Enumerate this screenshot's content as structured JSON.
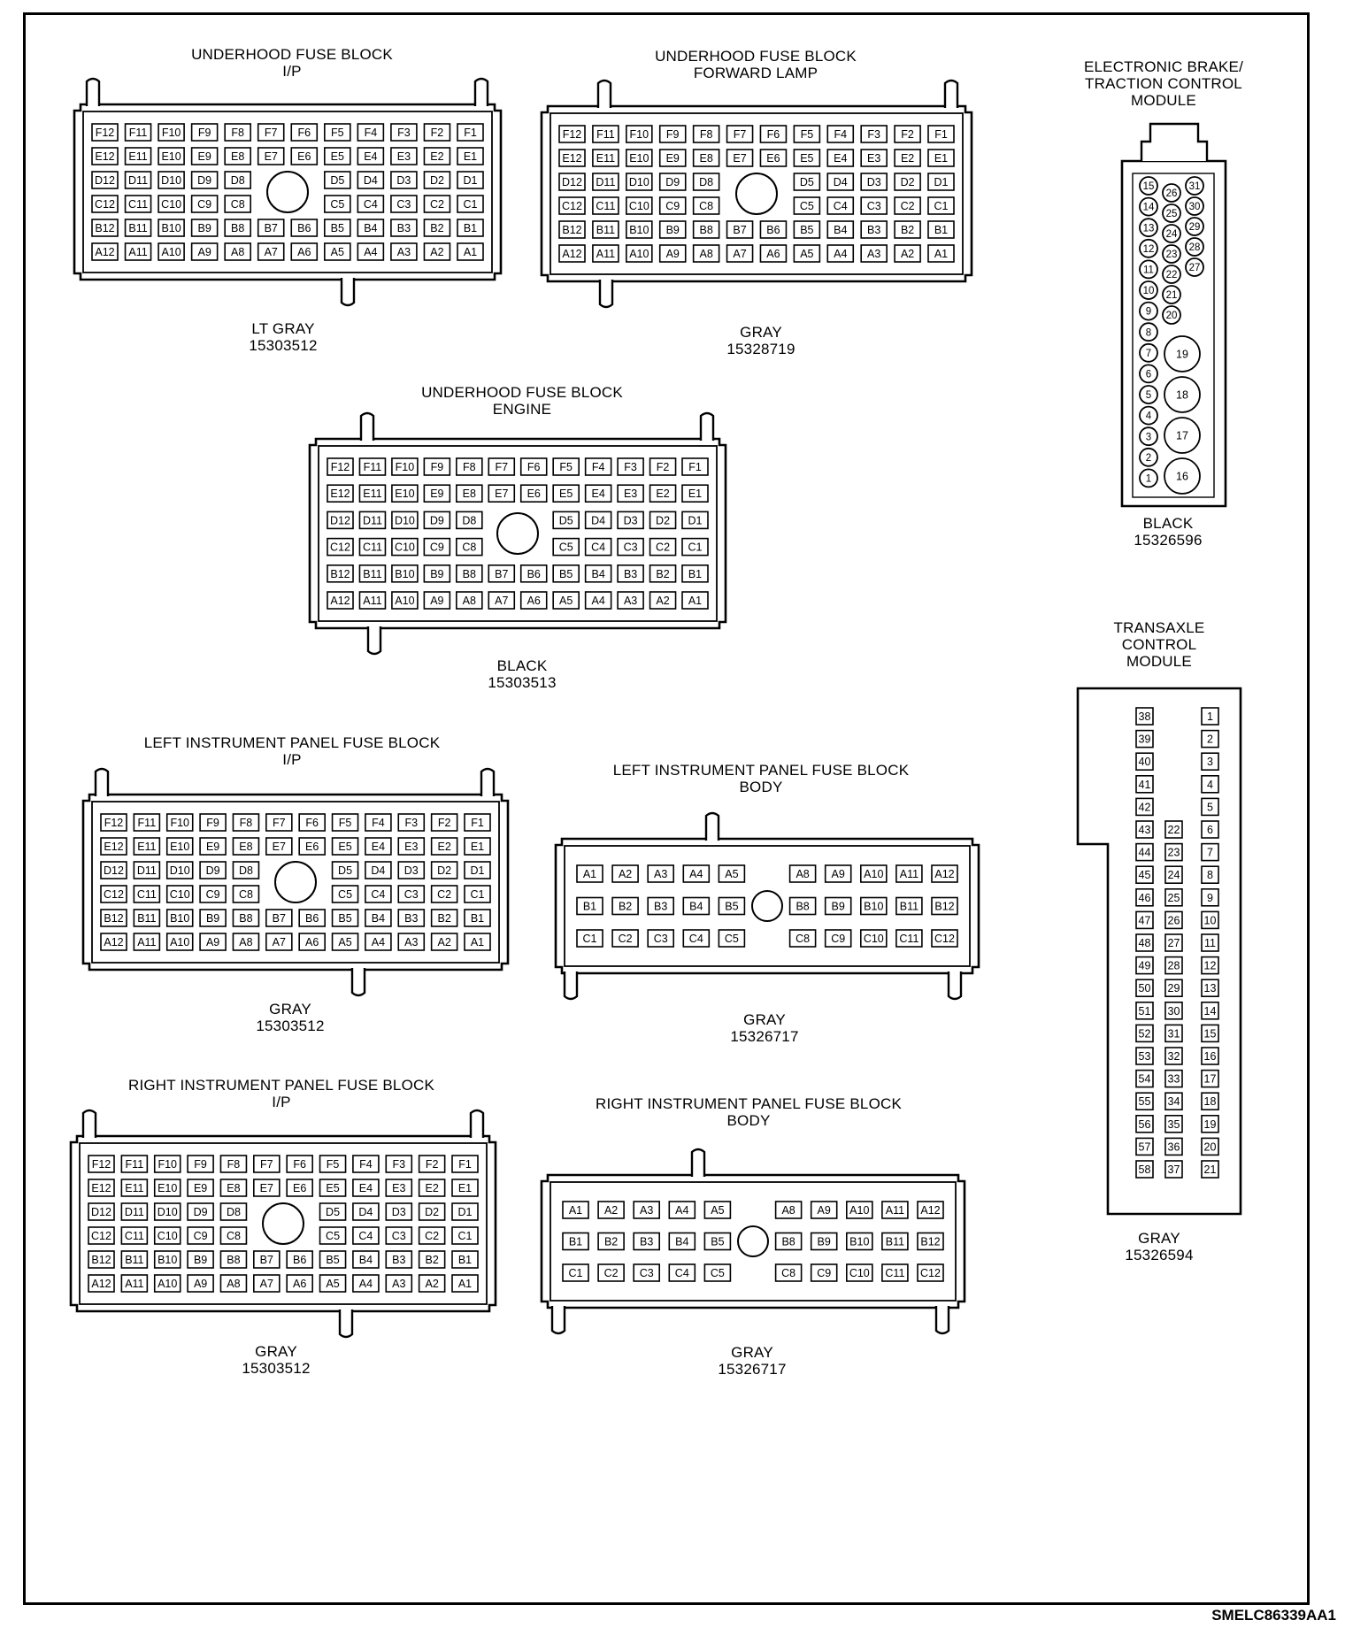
{
  "figure_id": "SMELC86339AA1",
  "connectors": [
    {
      "id": "ufb-ip",
      "title": [
        "UNDERHOOD FUSE BLOCK",
        "I/P"
      ],
      "color": "LT GRAY",
      "part": "15303512",
      "type": "grid12"
    },
    {
      "id": "ufb-fwd",
      "title": [
        "UNDERHOOD FUSE BLOCK",
        "FORWARD LAMP"
      ],
      "color": "GRAY",
      "part": "15328719",
      "type": "grid12"
    },
    {
      "id": "ufb-eng",
      "title": [
        "UNDERHOOD FUSE BLOCK",
        "ENGINE"
      ],
      "color": "BLACK",
      "part": "15303513",
      "type": "grid12"
    },
    {
      "id": "lip-ip",
      "title": [
        "LEFT INSTRUMENT PANEL FUSE BLOCK",
        "I/P"
      ],
      "color": "GRAY",
      "part": "15303512",
      "type": "grid12"
    },
    {
      "id": "lip-body",
      "title": [
        "LEFT INSTRUMENT PANEL FUSE BLOCK",
        "BODY"
      ],
      "color": "GRAY",
      "part": "15326717",
      "type": "body"
    },
    {
      "id": "rip-ip",
      "title": [
        "RIGHT INSTRUMENT PANEL FUSE BLOCK",
        "I/P"
      ],
      "color": "GRAY",
      "part": "15303512",
      "type": "grid12"
    },
    {
      "id": "rip-body",
      "title": [
        "RIGHT INSTRUMENT PANEL FUSE BLOCK",
        "BODY"
      ],
      "color": "GRAY",
      "part": "15326717",
      "type": "body"
    },
    {
      "id": "ebtcm",
      "title": [
        "ELECTRONIC BRAKE/",
        "TRACTION CONTROL",
        "MODULE"
      ],
      "color": "BLACK",
      "part": "15326596",
      "type": "ebtcm"
    },
    {
      "id": "tcm",
      "title": [
        "TRANSAXLE",
        "CONTROL",
        "MODULE"
      ],
      "color": "GRAY",
      "part": "15326594",
      "type": "tcm"
    }
  ],
  "pins": {
    "grid12_rows": [
      [
        "F12",
        "F11",
        "F10",
        "F9",
        "F8",
        "F7",
        "F6",
        "F5",
        "F4",
        "F3",
        "F2",
        "F1"
      ],
      [
        "E12",
        "E11",
        "E10",
        "E9",
        "E8",
        "E7",
        "E6",
        "E5",
        "E4",
        "E3",
        "E2",
        "E1"
      ],
      [
        "D12",
        "D11",
        "D10",
        "D9",
        "D8",
        "",
        "",
        "D5",
        "D4",
        "D3",
        "D2",
        "D1"
      ],
      [
        "C12",
        "C11",
        "C10",
        "C9",
        "C8",
        "",
        "",
        "C5",
        "C4",
        "C3",
        "C2",
        "C1"
      ],
      [
        "B12",
        "B11",
        "B10",
        "B9",
        "B8",
        "B7",
        "B6",
        "B5",
        "B4",
        "B3",
        "B2",
        "B1"
      ],
      [
        "A12",
        "A11",
        "A10",
        "A9",
        "A8",
        "A7",
        "A6",
        "A5",
        "A4",
        "A3",
        "A2",
        "A1"
      ]
    ],
    "body_rows": [
      [
        "A1",
        "A2",
        "A3",
        "A4",
        "A5",
        "",
        "A8",
        "A9",
        "A10",
        "A11",
        "A12"
      ],
      [
        "B1",
        "B2",
        "B3",
        "B4",
        "B5",
        "",
        "B8",
        "B9",
        "B10",
        "B11",
        "B12"
      ],
      [
        "C1",
        "C2",
        "C3",
        "C4",
        "C5",
        "",
        "C8",
        "C9",
        "C10",
        "C11",
        "C12"
      ]
    ],
    "ebtcm_col1": [
      "15",
      "14",
      "13",
      "12",
      "11",
      "10",
      "9",
      "8",
      "7",
      "6",
      "5",
      "4",
      "3",
      "2",
      "1"
    ],
    "ebtcm_col2": [
      "26",
      "25",
      "24",
      "23",
      "22",
      "21",
      "20"
    ],
    "ebtcm_col3": [
      "31",
      "30",
      "29",
      "28",
      "27"
    ],
    "ebtcm_large": [
      "19",
      "18",
      "17",
      "16"
    ],
    "tcm_col1": [
      "38",
      "39",
      "40",
      "41",
      "42",
      "43",
      "44",
      "45",
      "46",
      "47",
      "48",
      "49",
      "50",
      "51",
      "52",
      "53",
      "54",
      "55",
      "56",
      "57",
      "58"
    ],
    "tcm_col2": [
      "22",
      "23",
      "24",
      "25",
      "26",
      "27",
      "28",
      "29",
      "30",
      "31",
      "32",
      "33",
      "34",
      "35",
      "36",
      "37"
    ],
    "tcm_col3": [
      "1",
      "2",
      "3",
      "4",
      "5",
      "6",
      "7",
      "8",
      "9",
      "10",
      "11",
      "12",
      "13",
      "14",
      "15",
      "16",
      "17",
      "18",
      "19",
      "20",
      "21"
    ]
  },
  "colors": {
    "line": "#000000",
    "background": "#ffffff"
  }
}
